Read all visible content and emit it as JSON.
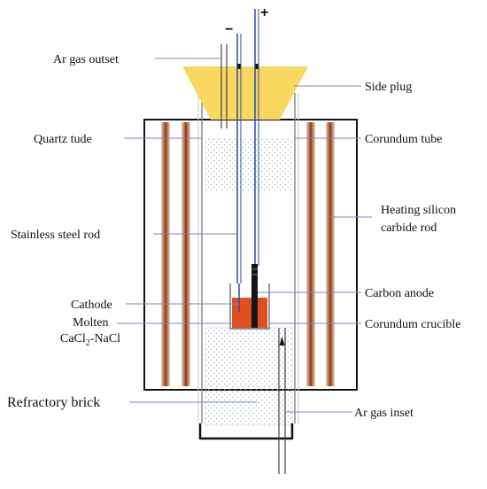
{
  "terminals": {
    "negative": "−",
    "positive": "+"
  },
  "labels": {
    "ar_gas_outset": "Ar gas outset",
    "side_plug": "Side plug",
    "quartz_tube": "Quartz tude",
    "corundum_tube": "Corundum tube",
    "heating_rod_line1": "Heating silicon",
    "heating_rod_line2": "carbide rod",
    "stainless_steel_rod": "Stainless steel rod",
    "cathode": "Cathode",
    "carbon_anode": "Carbon anode",
    "molten_line1": "Molten",
    "molten_line2_base": "CaCl",
    "molten_line2_sub": "2",
    "molten_line2_tail": "-NaCl",
    "corundum_crucible": "Corundum crucible",
    "refractory_brick": "Refractory brick",
    "ar_gas_inset": "Ar gas inset"
  },
  "colors": {
    "plug": "#f8d860",
    "electrode_wire": "#2b4fa0",
    "heating_rod_core": "#8a3a1e",
    "heating_rod_edge": "#f0c8a8",
    "melt": "#e0501e",
    "brick_dots": "#9fb2c4",
    "frame": "#111111"
  }
}
